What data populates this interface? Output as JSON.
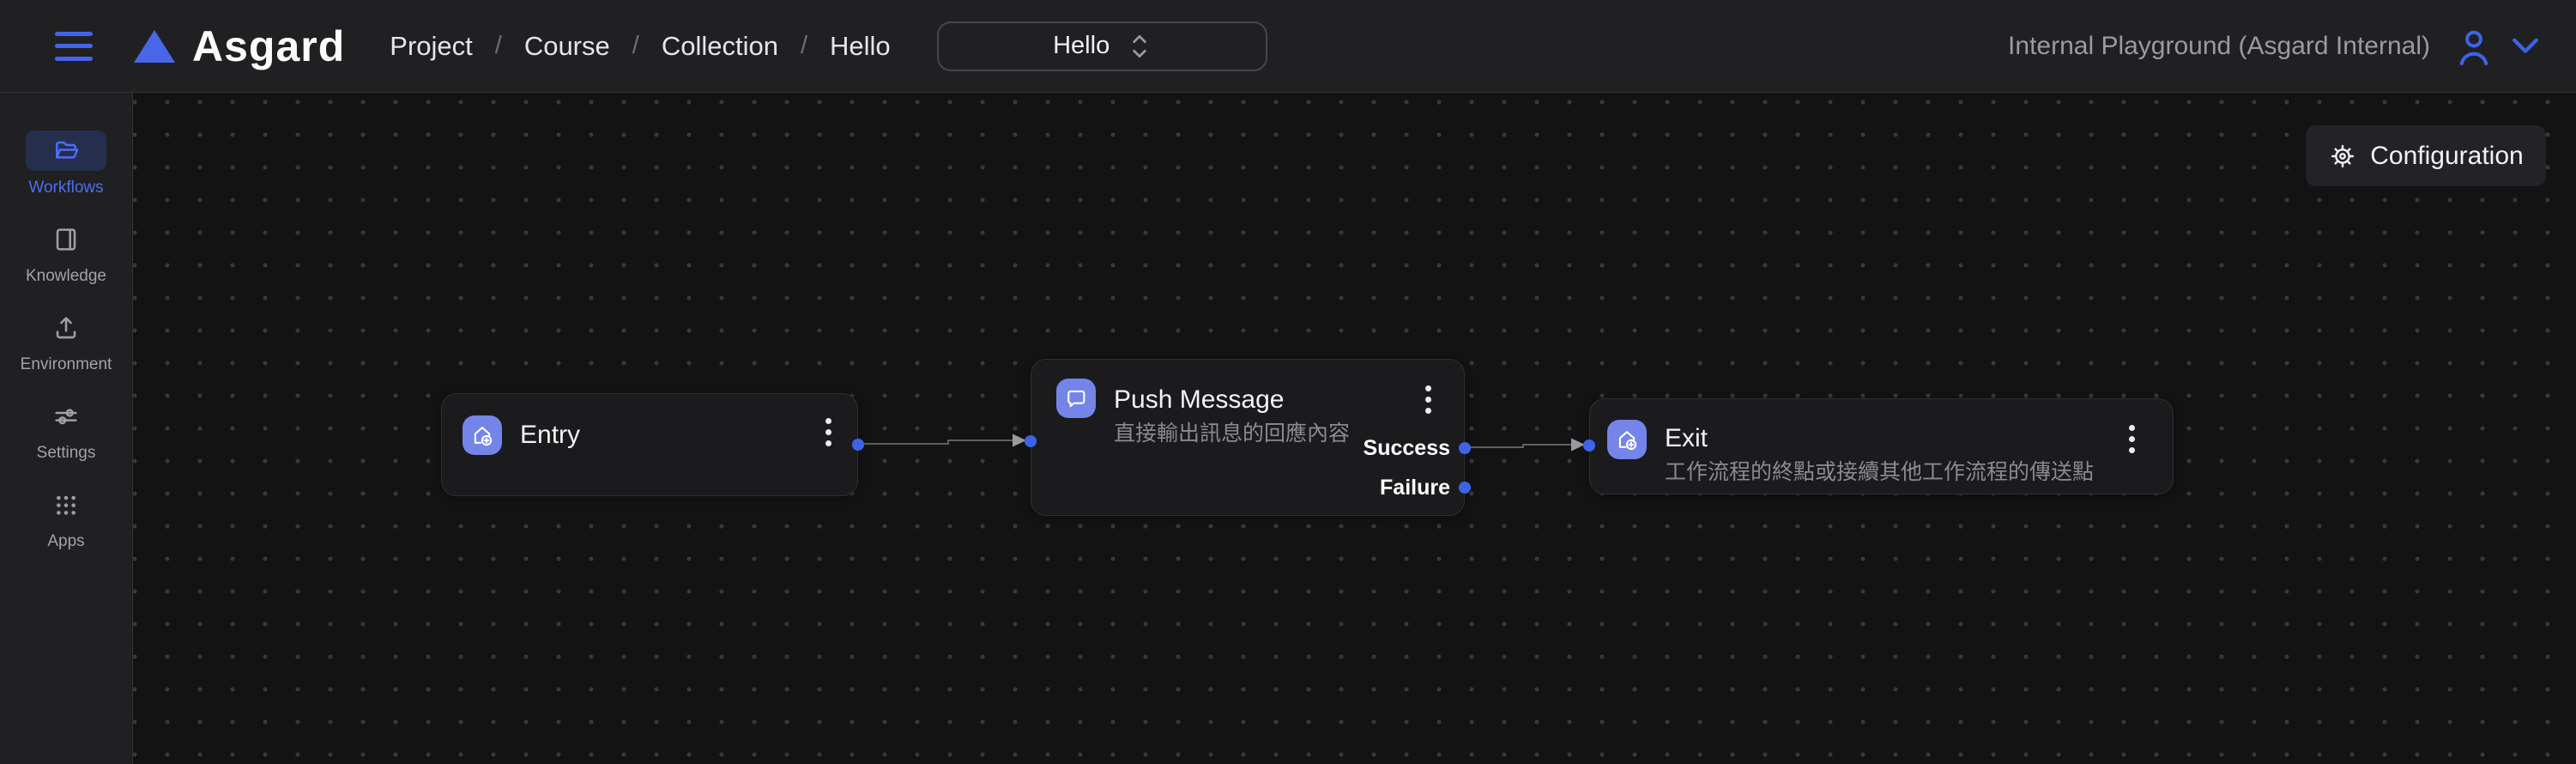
{
  "navbar": {
    "brand": "Asgard",
    "breadcrumb": [
      "Project",
      "Course",
      "Collection",
      "Hello"
    ],
    "separator": "/",
    "workflow_select": {
      "value": "Hello",
      "icon": "updown-chevron-icon"
    },
    "tenant": "Internal Playground (Asgard Internal)",
    "icons": {
      "menu": "hamburger-icon",
      "logo": "triangle-logo",
      "account": "person-icon",
      "account_expand": "chevron-down-icon"
    }
  },
  "sidebar": {
    "items": [
      {
        "label": "Workflows",
        "icon": "open-folder-icon",
        "active": true
      },
      {
        "label": "Knowledge",
        "icon": "book-icon",
        "active": false
      },
      {
        "label": "Environment",
        "icon": "upload-icon",
        "active": false
      },
      {
        "label": "Settings",
        "icon": "sliders-icon",
        "active": false
      },
      {
        "label": "Apps",
        "icon": "dot-grid-icon",
        "active": false
      }
    ]
  },
  "canvas": {
    "configuration_button": {
      "label": "Configuration",
      "icon": "gear-icon"
    },
    "nodes": [
      {
        "id": "entry",
        "title": "Entry",
        "icon": "home-plus-icon",
        "ports": {
          "output": 1
        }
      },
      {
        "id": "push-message",
        "title": "Push Message",
        "subtitle": "直接輸出訊息的回應內容",
        "icon": "chat-bubble-icon",
        "outputs": [
          "Success",
          "Failure"
        ],
        "ports": {
          "input": 1,
          "output": 2
        }
      },
      {
        "id": "exit",
        "title": "Exit",
        "subtitle": "工作流程的終點或接續其他工作流程的傳送點",
        "icon": "home-plus-icon",
        "ports": {
          "input": 1
        }
      }
    ],
    "edges": [
      {
        "from": "entry",
        "to": "push-message"
      },
      {
        "from": "push-message.Success",
        "to": "exit"
      }
    ]
  },
  "colors": {
    "accent_blue": "#4c6ef5",
    "icon_blue": "#3f63e8",
    "node_icon_bg": "#7484e8",
    "active_item_bg": "#262e4e",
    "navbar_bg": "#202023",
    "canvas_bg": "#131314",
    "node_bg": "#1b1b1d",
    "edge_gray": "#5f5f63"
  }
}
